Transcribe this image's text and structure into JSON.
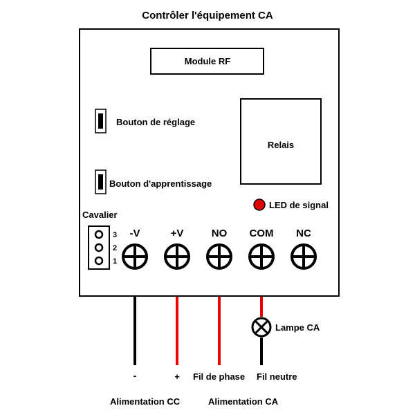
{
  "title": "Contrôler l'équipement CA",
  "rf_module": "Module RF",
  "relay": "Relais",
  "buttons": {
    "setting": "Bouton de réglage",
    "learning": "Bouton d'apprentissage"
  },
  "led": {
    "label": "LED de signal",
    "color": "#e00000"
  },
  "jumper": {
    "label": "Cavalier",
    "pins": [
      "3",
      "2",
      "1"
    ]
  },
  "terminals": [
    "-V",
    "+V",
    "NO",
    "COM",
    "NC"
  ],
  "lamp": "Lampe CA",
  "wire_labels": {
    "minus": "-",
    "plus": "+",
    "phase": "Fil de phase",
    "neutral": "Fil neutre"
  },
  "supply_labels": {
    "dc": "Alimentation CC",
    "ac": "Alimentation CA"
  },
  "colors": {
    "wire_red": "#ee0000",
    "wire_black": "#000000"
  }
}
